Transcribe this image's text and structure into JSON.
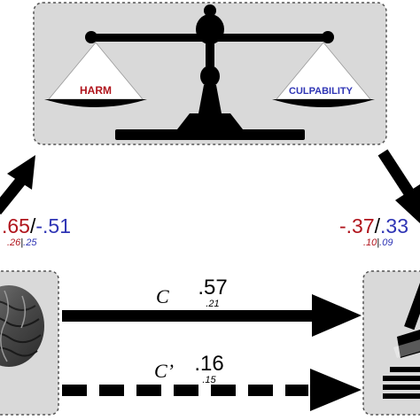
{
  "pan_labels": {
    "left": "HARM",
    "right": "CULPABILITY"
  },
  "path_a": {
    "coef_harm": ".65",
    "separator": "/",
    "coef_culpability": "-.51",
    "se_harm": ".26",
    "se_culpability": ".25"
  },
  "path_b": {
    "coef_harm": "-.37",
    "separator": "/",
    "coef_culpability": ".33",
    "se_harm": ".10",
    "se_culpability": ".09"
  },
  "path_c": {
    "label": "C",
    "coef": ".57",
    "se": ".21"
  },
  "path_c_prime": {
    "label": "C’",
    "coef": ".16",
    "se": ".15"
  },
  "colors": {
    "harm": "#b0141c",
    "culpability": "#2f35b5",
    "box_fill": "#d9d9d9",
    "ink": "#000000"
  }
}
